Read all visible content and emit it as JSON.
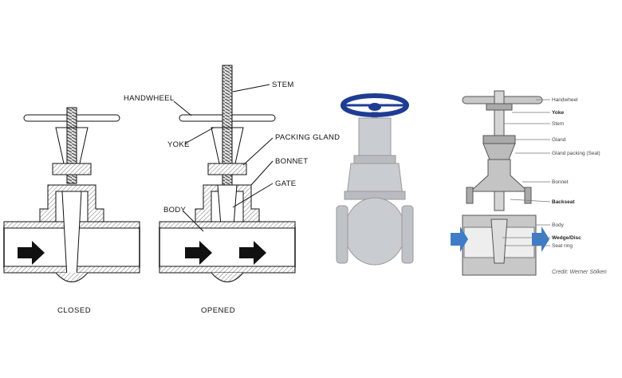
{
  "left_diagram": {
    "closed_caption": "CLOSED",
    "opened_caption": "OPENED",
    "labels": {
      "handwheel": "HANDWHEEL",
      "stem": "STEM",
      "yoke": "YOKE",
      "packing_gland": "PACKING GLAND",
      "bonnet": "BONNET",
      "gate": "GATE",
      "body": "BODY"
    }
  },
  "photo": {
    "handwheel_color": "#1f3c94",
    "body_color": "#c9ccd0"
  },
  "right_diagram": {
    "labels": [
      "Handwheel",
      "Yoke",
      "Stem",
      "Gland",
      "Gland packing (Seal)",
      "Bonnet",
      "Backseat",
      "Body",
      "Wedge/Disc",
      "Seat ring"
    ],
    "credit": "Credit: Werner Sölken",
    "arrow_color": "#3d7cc9"
  }
}
